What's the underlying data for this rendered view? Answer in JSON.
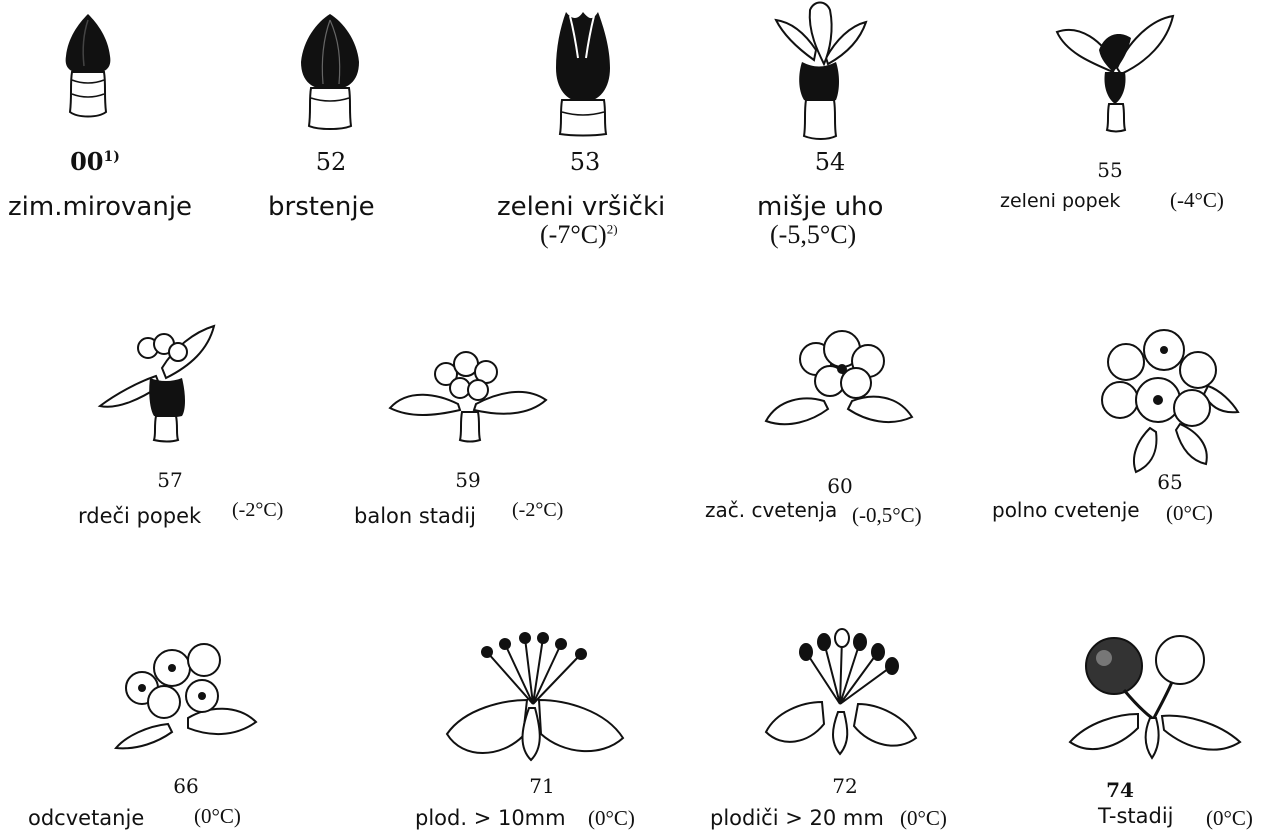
{
  "title": "",
  "stages": [
    {
      "id": "s00",
      "code": "00",
      "code_sup": "1)",
      "name": "zim.mirovanje",
      "temp": "",
      "drawing": "dormant-bud-icon"
    },
    {
      "id": "s52",
      "code": "52",
      "code_sup": "",
      "name": "brstenje",
      "temp": "",
      "drawing": "swelling-bud-icon"
    },
    {
      "id": "s53",
      "code": "53",
      "code_sup": "",
      "name": "zeleni vršički",
      "temp": "(-7°C)",
      "temp_sup": "2)",
      "drawing": "green-tip-icon"
    },
    {
      "id": "s54",
      "code": "54",
      "code_sup": "",
      "name": "mišje uho",
      "temp": "(-5,5°C)",
      "drawing": "mouse-ear-icon"
    },
    {
      "id": "s55",
      "code": "55",
      "code_sup": "",
      "name": "zeleni popek",
      "temp": "(-4°C)",
      "drawing": "green-bud-icon"
    },
    {
      "id": "s57",
      "code": "57",
      "code_sup": "",
      "name": "rdeči popek",
      "temp": "(-2°C)",
      "drawing": "red-bud-icon"
    },
    {
      "id": "s59",
      "code": "59",
      "code_sup": "",
      "name": "balon stadij",
      "temp": "(-2°C)",
      "drawing": "balloon-stage-icon"
    },
    {
      "id": "s60",
      "code": "60",
      "code_sup": "",
      "name": "zač. cvetenja",
      "temp": "(-0,5°C)",
      "drawing": "first-flower-icon"
    },
    {
      "id": "s65",
      "code": "65",
      "code_sup": "",
      "name": "polno cvetenje",
      "temp": "(0°C)",
      "drawing": "full-bloom-icon"
    },
    {
      "id": "s66",
      "code": "66",
      "code_sup": "",
      "name": "odcvetanje",
      "temp": "(0°C)",
      "drawing": "petal-fall-icon"
    },
    {
      "id": "s71",
      "code": "71",
      "code_sup": "",
      "name": "plod. > 10mm",
      "temp": "(0°C)",
      "drawing": "fruitlet-10mm-icon"
    },
    {
      "id": "s72",
      "code": "72",
      "code_sup": "",
      "name": "plodiči > 20 mm",
      "temp": "(0°C)",
      "drawing": "fruitlet-20mm-icon"
    },
    {
      "id": "s74",
      "code": "74",
      "code_sup": "",
      "name": "T-stadij",
      "temp": "(0°C)",
      "drawing": "t-stage-icon"
    }
  ]
}
